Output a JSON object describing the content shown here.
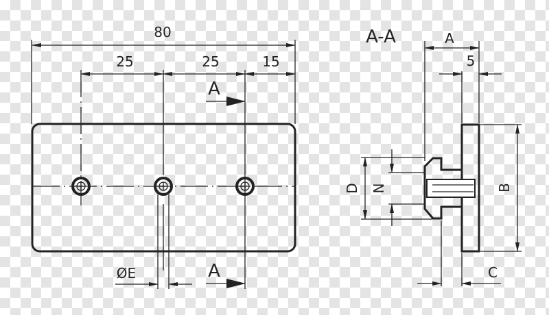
{
  "front_view": {
    "overall_width": "80",
    "hole_spacing_1": "25",
    "hole_spacing_2": "25",
    "edge_offset": "15",
    "section_label_top": "A",
    "section_label_bottom": "A",
    "hole_diameter": "ØE"
  },
  "section_view": {
    "title": "A-A",
    "dim_a": "A",
    "dim_5": "5",
    "dim_b": "B",
    "dim_c": "C",
    "dim_d": "D",
    "dim_n": "N"
  },
  "colors": {
    "line": "#222222",
    "checker": "#e4e4e4"
  }
}
